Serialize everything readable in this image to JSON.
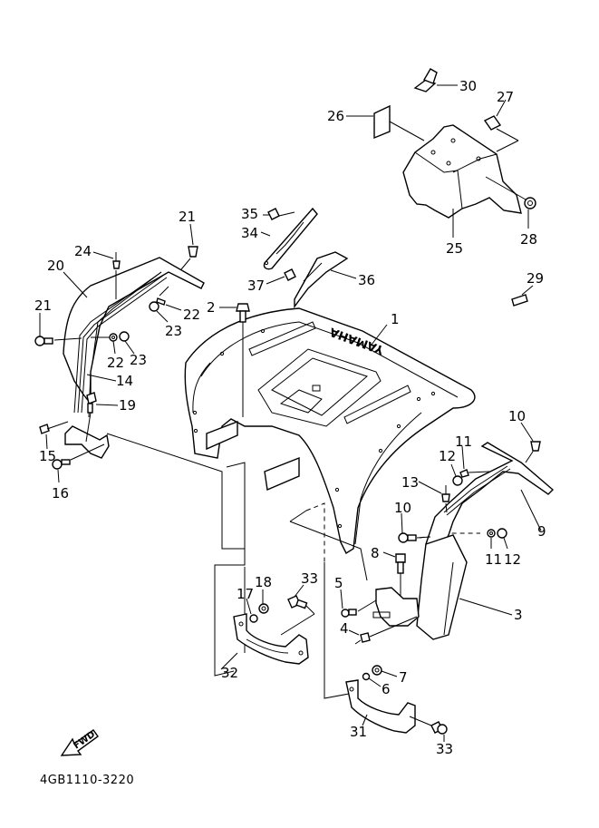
{
  "diagram": {
    "type": "exploded-parts-diagram",
    "subject": "Rear fender assembly",
    "drawing_code": "4GB1110-3220",
    "fwd_indicator": "FWD",
    "brand_mark": "YAMAHA",
    "callouts": [
      {
        "id": "c1",
        "label": "1"
      },
      {
        "id": "c2",
        "label": "2"
      },
      {
        "id": "c3",
        "label": "3"
      },
      {
        "id": "c4",
        "label": "4"
      },
      {
        "id": "c5",
        "label": "5"
      },
      {
        "id": "c6",
        "label": "6"
      },
      {
        "id": "c7",
        "label": "7"
      },
      {
        "id": "c8",
        "label": "8"
      },
      {
        "id": "c9",
        "label": "9"
      },
      {
        "id": "c10a",
        "label": "10"
      },
      {
        "id": "c10b",
        "label": "10"
      },
      {
        "id": "c11a",
        "label": "11"
      },
      {
        "id": "c11b",
        "label": "11"
      },
      {
        "id": "c12a",
        "label": "12"
      },
      {
        "id": "c12b",
        "label": "12"
      },
      {
        "id": "c13",
        "label": "13"
      },
      {
        "id": "c14",
        "label": "14"
      },
      {
        "id": "c15",
        "label": "15"
      },
      {
        "id": "c16",
        "label": "16"
      },
      {
        "id": "c17",
        "label": "17"
      },
      {
        "id": "c18",
        "label": "18"
      },
      {
        "id": "c19",
        "label": "19"
      },
      {
        "id": "c20",
        "label": "20"
      },
      {
        "id": "c21a",
        "label": "21"
      },
      {
        "id": "c21b",
        "label": "21"
      },
      {
        "id": "c22a",
        "label": "22"
      },
      {
        "id": "c22b",
        "label": "22"
      },
      {
        "id": "c23a",
        "label": "23"
      },
      {
        "id": "c23b",
        "label": "23"
      },
      {
        "id": "c24",
        "label": "24"
      },
      {
        "id": "c25",
        "label": "25"
      },
      {
        "id": "c26",
        "label": "26"
      },
      {
        "id": "c27",
        "label": "27"
      },
      {
        "id": "c28",
        "label": "28"
      },
      {
        "id": "c29",
        "label": "29"
      },
      {
        "id": "c30",
        "label": "30"
      },
      {
        "id": "c31",
        "label": "31"
      },
      {
        "id": "c32",
        "label": "32"
      },
      {
        "id": "c33a",
        "label": "33"
      },
      {
        "id": "c33b",
        "label": "33"
      },
      {
        "id": "c34",
        "label": "34"
      },
      {
        "id": "c35",
        "label": "35"
      },
      {
        "id": "c36",
        "label": "36"
      },
      {
        "id": "c37",
        "label": "37"
      }
    ]
  }
}
